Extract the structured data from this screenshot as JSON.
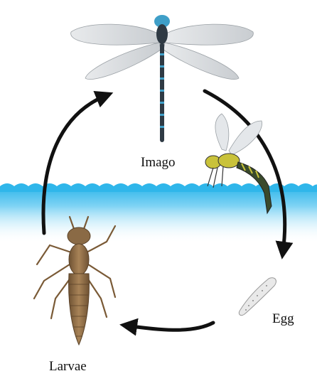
{
  "labels": {
    "imago": "Imago",
    "egg": "Egg",
    "larvae": "Larvae"
  },
  "stages": [
    "Imago",
    "Egg",
    "Larvae"
  ],
  "colors": {
    "water_top": "#2fb6ea",
    "water_bottom": "#ffffff",
    "arrow": "#111111",
    "dragonfly_wing": "#d9dcdf",
    "dragonfly_body": "#2f3a44",
    "dragonfly_accent": "#3f9fc8",
    "ovipositing_body": "#c9c23a",
    "larva_body": "#8a6a45",
    "egg": "#e9e9e9"
  },
  "icons": [
    "dragonfly-adult-icon",
    "ovipositing-dragonfly-icon",
    "egg-icon",
    "larva-icon",
    "water-surface"
  ]
}
